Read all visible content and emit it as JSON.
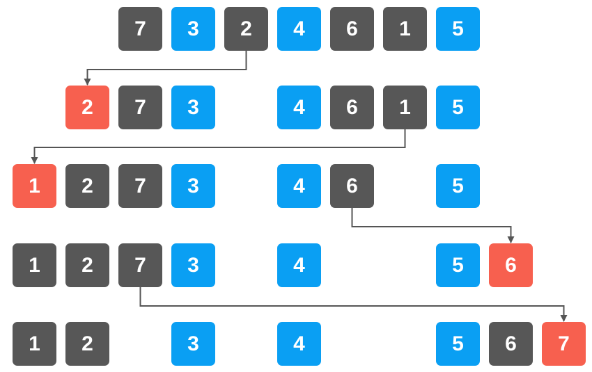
{
  "colors": {
    "unsorted": "#575757",
    "fixed": "#0a9ff3",
    "moved": "#f7604f",
    "arrow": "#555555"
  },
  "rows": [
    {
      "step": 1,
      "tiles": [
        {
          "value": "7",
          "kind": "gray"
        },
        {
          "value": "3",
          "kind": "blue"
        },
        {
          "value": "2",
          "kind": "gray"
        },
        {
          "value": "4",
          "kind": "blue"
        },
        {
          "value": "6",
          "kind": "gray"
        },
        {
          "value": "1",
          "kind": "gray"
        },
        {
          "value": "5",
          "kind": "blue"
        }
      ]
    },
    {
      "step": 2,
      "tiles": [
        {
          "value": "2",
          "kind": "red"
        },
        {
          "value": "7",
          "kind": "gray"
        },
        {
          "value": "3",
          "kind": "blue"
        },
        {
          "value": "4",
          "kind": "blue"
        },
        {
          "value": "6",
          "kind": "gray"
        },
        {
          "value": "1",
          "kind": "gray"
        },
        {
          "value": "5",
          "kind": "blue"
        }
      ]
    },
    {
      "step": 3,
      "tiles": [
        {
          "value": "1",
          "kind": "red"
        },
        {
          "value": "2",
          "kind": "gray"
        },
        {
          "value": "7",
          "kind": "gray"
        },
        {
          "value": "3",
          "kind": "blue"
        },
        {
          "value": "4",
          "kind": "blue"
        },
        {
          "value": "6",
          "kind": "gray"
        },
        {
          "value": "5",
          "kind": "blue"
        }
      ]
    },
    {
      "step": 4,
      "tiles": [
        {
          "value": "1",
          "kind": "gray"
        },
        {
          "value": "2",
          "kind": "gray"
        },
        {
          "value": "7",
          "kind": "gray"
        },
        {
          "value": "3",
          "kind": "blue"
        },
        {
          "value": "4",
          "kind": "blue"
        },
        {
          "value": "5",
          "kind": "blue"
        },
        {
          "value": "6",
          "kind": "red"
        }
      ]
    },
    {
      "step": 5,
      "tiles": [
        {
          "value": "1",
          "kind": "gray"
        },
        {
          "value": "2",
          "kind": "gray"
        },
        {
          "value": "3",
          "kind": "blue"
        },
        {
          "value": "4",
          "kind": "blue"
        },
        {
          "value": "5",
          "kind": "blue"
        },
        {
          "value": "6",
          "kind": "gray"
        },
        {
          "value": "7",
          "kind": "red"
        }
      ]
    }
  ],
  "moves": [
    {
      "from_step": 1,
      "to_step": 2,
      "value": "2"
    },
    {
      "from_step": 2,
      "to_step": 3,
      "value": "1"
    },
    {
      "from_step": 3,
      "to_step": 4,
      "value": "6"
    },
    {
      "from_step": 4,
      "to_step": 5,
      "value": "7"
    }
  ]
}
